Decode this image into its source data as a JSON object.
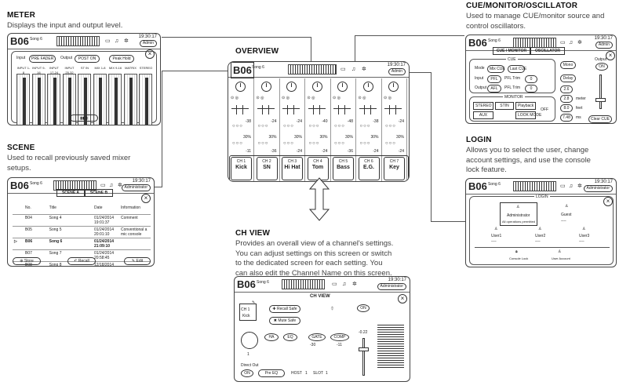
{
  "callouts": {
    "meter": {
      "title": "METER",
      "desc": "Displays the input and output level."
    },
    "scene": {
      "title": "SCENE",
      "desc1": "Used to recall previously saved mixer",
      "desc2": "setups."
    },
    "overview": {
      "title": "OVERVIEW"
    },
    "cue": {
      "title": "CUE/MONITOR/OSCILLATOR",
      "desc1": "Used to manage CUE/monitor source and",
      "desc2": "control oscillators."
    },
    "login": {
      "title": "LOGIN",
      "desc1": "Allows you to select the user, change",
      "desc2": "account settings, and use the console",
      "desc3": "lock feature."
    },
    "chview": {
      "title": "CH VIEW",
      "lines": [
        "Provides an overall view of a channel's settings.",
        "You can adjust settings on this screen or switch",
        "to the dedicated screen for each setting. You",
        "can also edit the Channel Name on this screen."
      ]
    }
  },
  "common": {
    "scene_no": "B06",
    "scene_name": "Song 6",
    "clock": "19:30:17",
    "user": "Admin",
    "user_full": "Administrator"
  },
  "meter_screen": {
    "input_label": "Input",
    "input_value": "PRE FADER",
    "output_label": "Output",
    "output_value": "POST ON",
    "peak_hold": "Peak Hold",
    "channels": [
      "INPUT 1-8",
      "INPUT 9-16",
      "INPUT 17-24",
      "INPUT 25-32",
      "ST IN",
      "MIX 1-8",
      "MIX 9-16",
      "MATRIX",
      "STEREO"
    ]
  },
  "scene_screen": {
    "tab_a": "SCENE A",
    "tab_b": "SCENE B",
    "headers": {
      "no": "No.",
      "title": "Title",
      "date": "Date",
      "info": "Information"
    },
    "rows": [
      {
        "no": "B04",
        "title": "Song 4",
        "date": "01/24/2014 19:01:37",
        "info": "Comment"
      },
      {
        "no": "B05",
        "title": "Song 5",
        "date": "01/24/2014 20:01:10",
        "info": "Conventional a mic console"
      },
      {
        "no": "B06",
        "title": "Song 6",
        "date": "01/24/2014 21:09:10",
        "info": ""
      },
      {
        "no": "B07",
        "title": "Song 7",
        "date": "01/24/2014 20:58:45",
        "info": ""
      },
      {
        "no": "B08",
        "title": "Song 8",
        "date": "12/18/2014 15:56:15",
        "info": ""
      }
    ],
    "store": "Store",
    "recall": "Recall",
    "edit": "Edit"
  },
  "overview_screen": {
    "values_top": [
      "-38",
      "-24",
      "-24",
      "-40",
      "-48",
      "-38",
      "-24"
    ],
    "values_mid": [
      "30%",
      "30%",
      "30%",
      "30%",
      "30%",
      "30%",
      "30%"
    ],
    "values_low": [
      "-11",
      "-36",
      "-24",
      "-24",
      "-36",
      "-24",
      "-24"
    ],
    "channels": [
      {
        "no": "CH 1",
        "name": "Kick"
      },
      {
        "no": "CH 2",
        "name": "SN"
      },
      {
        "no": "CH 3",
        "name": "Hi Hat"
      },
      {
        "no": "CH 4",
        "name": "Tom"
      },
      {
        "no": "CH 5",
        "name": "Bass"
      },
      {
        "no": "CH 6",
        "name": "E.G."
      },
      {
        "no": "CH 7",
        "name": "Key"
      }
    ]
  },
  "cue_screen": {
    "tab_cue": "CUE / MONITOR",
    "tab_osc": "OSCILLATOR",
    "cue_label": "CUE",
    "mode": "Mode",
    "mix_cue": "Mix CUE",
    "last_cue": "Last CUE",
    "input": "Input",
    "pfl": "PFL",
    "pfl_trim": "PFL Trim",
    "output": "Output",
    "afl": "AFL",
    "monitor_label": "MONITOR",
    "stereo": "STEREO",
    "stin": "STIN",
    "playback": "Playback",
    "aux": "AUX",
    "look_mode": "LOOK MODE",
    "off": "OFF",
    "mono": "Mono",
    "delay": "Delay",
    "output2": "Output",
    "on": "ON",
    "meter": "meter",
    "feet": "feet",
    "ms": "ms",
    "clear_cue": "Clear CUE",
    "v1": "2.6",
    "v2": "2.8",
    "v3": "8.0",
    "v4": "7.48",
    "v5": "0"
  },
  "login_screen": {
    "title": "LOGIN",
    "admin": "Administrator",
    "admin_note": "All operations permitted",
    "guest": "Guest",
    "users": [
      "User1",
      "User2",
      "User3"
    ],
    "console_lock": "Console Lock",
    "user_account": "User Account",
    "dashes": "----"
  },
  "chview_screen": {
    "title": "CH VIEW",
    "ch_no": "CH 1",
    "ch_name": "Kick",
    "recall_safe": "Recall Safe",
    "mute_safe": "Mute Safe",
    "ha": "HA",
    "eq": "EQ",
    "gate": "GATE",
    "comp": "COMP",
    "on": "ON",
    "val1": "-30",
    "val2": "-11",
    "val3": "-0.22",
    "direct_out": "Direct Out",
    "pre_eq": "Pre EQ",
    "host": "HOST",
    "slot": "SLOT",
    "host_v": "1",
    "slot_v": "1",
    "num1": "1"
  }
}
